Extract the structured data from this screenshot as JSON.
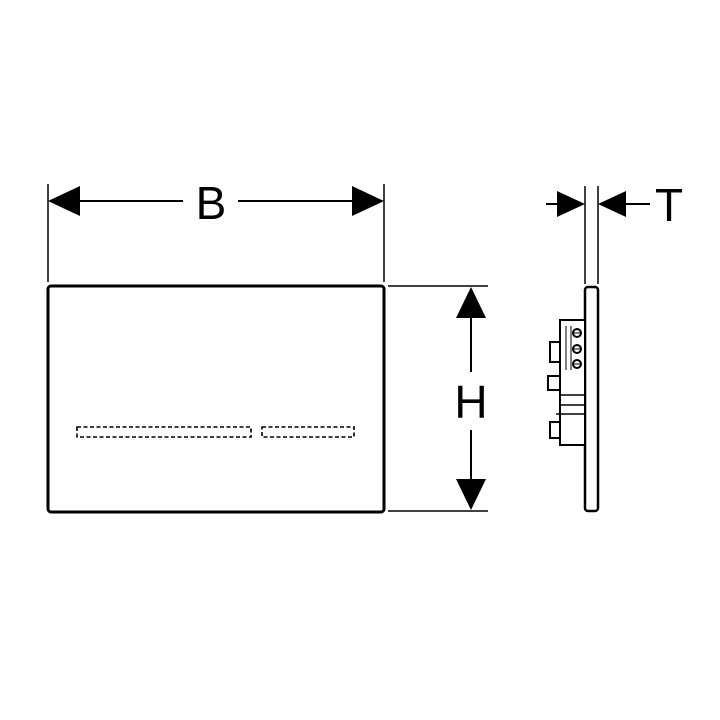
{
  "dimensions": {
    "width_label": "B",
    "height_label": "H",
    "thickness_label": "T"
  },
  "colors": {
    "line": "#000000",
    "background": "#ffffff"
  }
}
